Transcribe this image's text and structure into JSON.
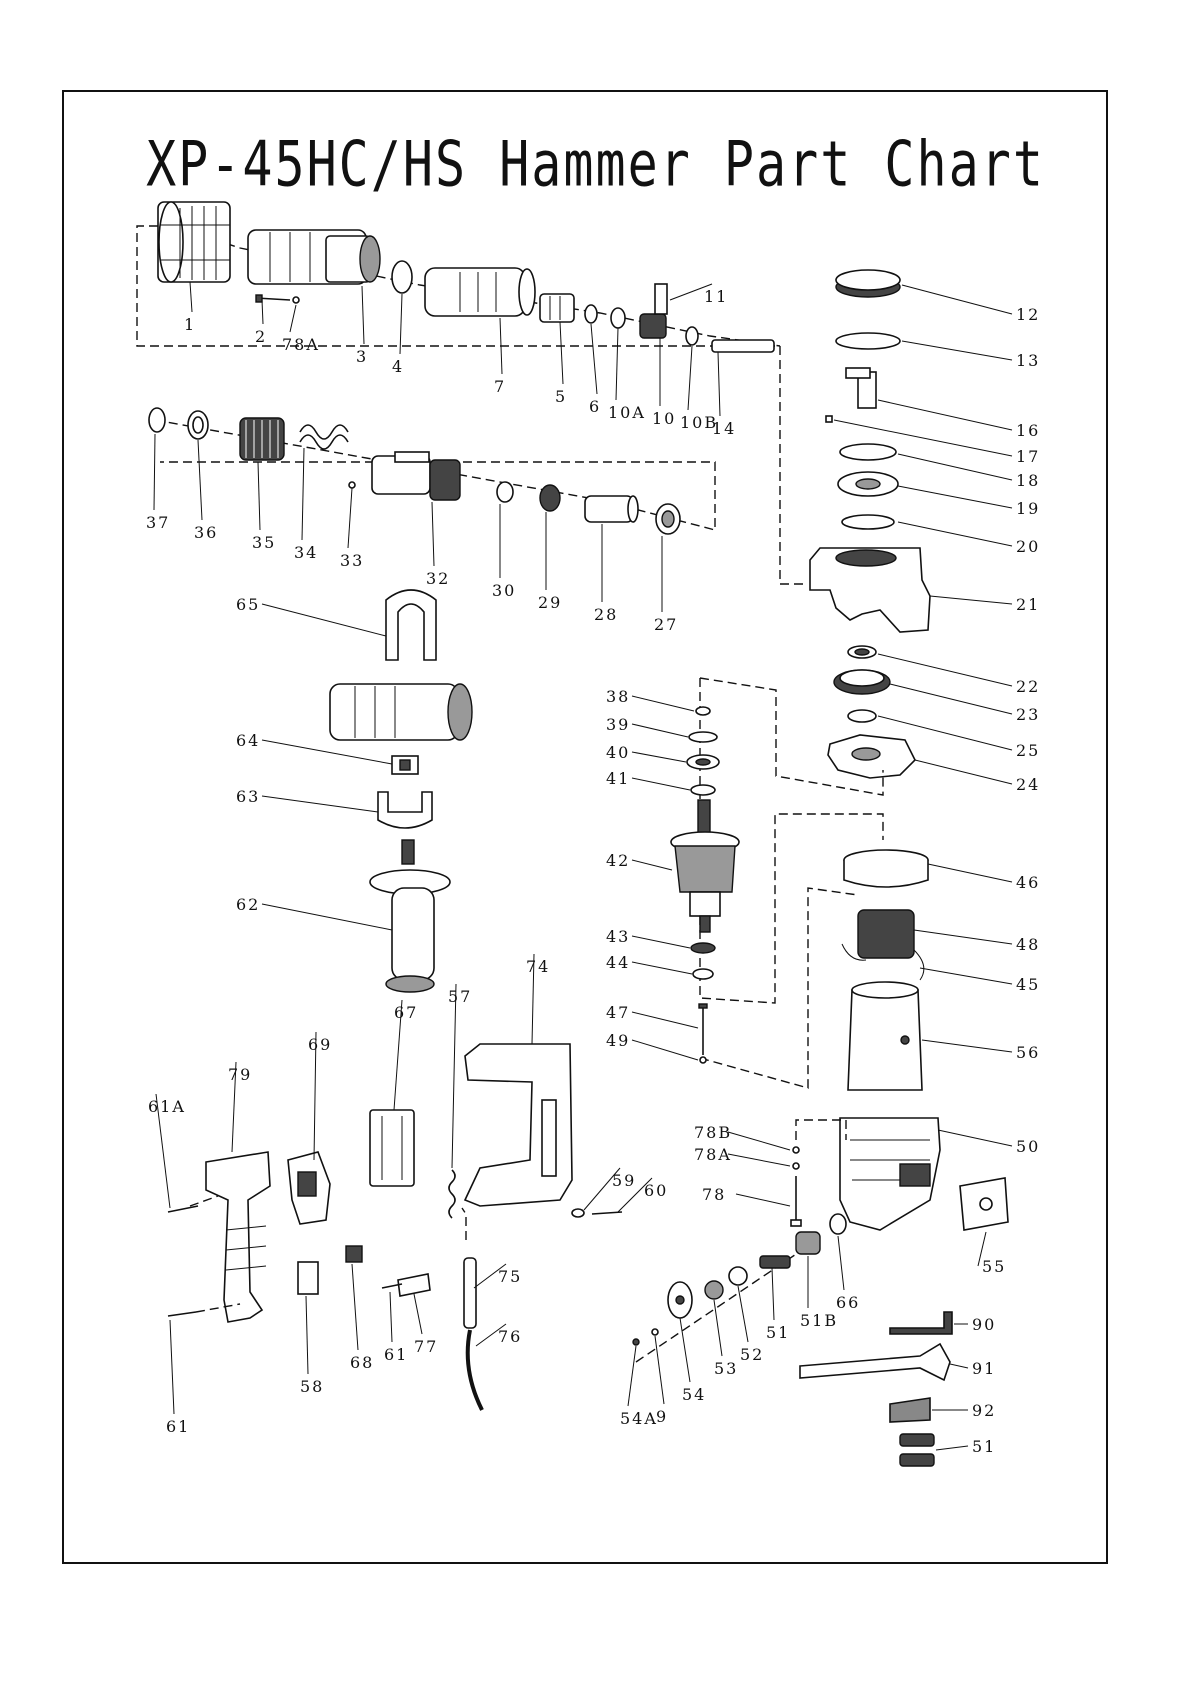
{
  "title": "XP-45HC/HS Hammer Part Chart",
  "part_labels": [
    "1",
    "2",
    "78A",
    "3",
    "4",
    "7",
    "5",
    "6",
    "10A",
    "10",
    "10B",
    "14",
    "11",
    "12",
    "13",
    "16",
    "17",
    "18",
    "19",
    "20",
    "21",
    "22",
    "23",
    "25",
    "24",
    "37",
    "36",
    "35",
    "34",
    "33",
    "32",
    "30",
    "29",
    "28",
    "27",
    "65",
    "64",
    "63",
    "62",
    "38",
    "39",
    "40",
    "41",
    "42",
    "43",
    "44",
    "47",
    "49",
    "46",
    "48",
    "45",
    "56",
    "50",
    "55",
    "74",
    "67",
    "57",
    "69",
    "79",
    "61A",
    "61",
    "58",
    "68",
    "61",
    "77",
    "75",
    "76",
    "59",
    "60",
    "78B",
    "78A",
    "78",
    "66",
    "51B",
    "51",
    "52",
    "53",
    "54",
    "9",
    "54A",
    "90",
    "91",
    "92",
    "51"
  ]
}
